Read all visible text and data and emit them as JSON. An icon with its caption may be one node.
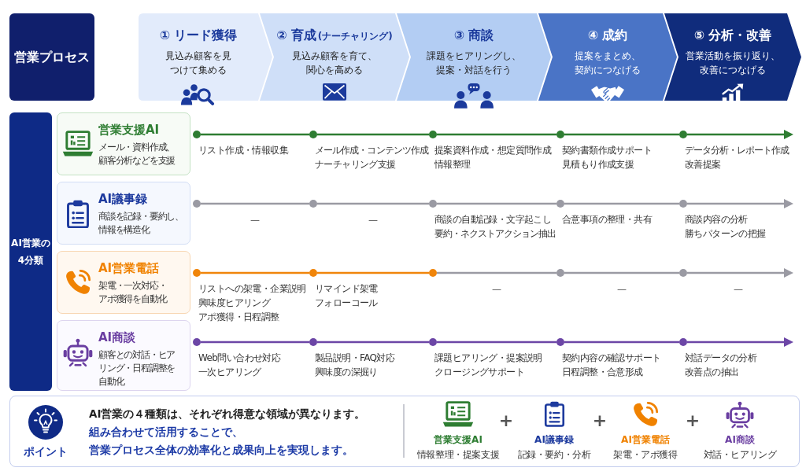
{
  "diagram": {
    "nodes": [
      {
        "text": [
          "営業プロセス"
        ]
      },
      {
        "text": [
          "① リード獲得",
          "見込み顧客を見つけて集める"
        ]
      },
      {
        "text": [
          "② 育成",
          "(ナーチャリング)",
          "見込み顧客を育て、関心を高める"
        ]
      },
      {
        "text": [
          "③ 商談",
          "課題をヒアリングし、提案・対話を行う"
        ]
      },
      {
        "text": [
          "④ 成約",
          "提案をまとめ、契約につなげる"
        ]
      },
      {
        "text": [
          "⑤ 分析・改善",
          "営業活動を振り返り、改善につなげる"
        ]
      },
      {
        "text": [
          "AI営業の4分類"
        ]
      },
      {
        "text": [
          "営業支援AI",
          "メール・資料作成、顧客分析などを支援"
        ]
      },
      {
        "text": [
          "AI議事録",
          "商談を記録・要約し、情報を構造化"
        ]
      },
      {
        "text": [
          "AI営業電話",
          "架電・一次対応・アポ獲得を自動化"
        ]
      },
      {
        "text": [
          "AI商談",
          "顧客との対話・ヒアリング・日程調整を自動化"
        ]
      },
      {
        "text": [],
        "shape": "circle",
        "beside": [
          "リスト作成・情報収集"
        ]
      },
      {
        "text": [],
        "shape": "circle",
        "beside": [
          "メール作成・コンテンツ作成",
          "ナーチャリング支援"
        ]
      },
      {
        "text": [],
        "shape": "circle",
        "beside": [
          "提案資料作成・想定質問作成",
          "情報整理"
        ]
      },
      {
        "text": [],
        "shape": "circle",
        "beside": [
          "契約書類作成サポート",
          "見積もり作成支援"
        ]
      },
      {
        "text": [],
        "shape": "circle",
        "beside": [
          "データ分析・レポート作成",
          "改善提案"
        ]
      },
      {
        "text": [],
        "shape": "circle"
      },
      {
        "text": [],
        "shape": "circle"
      },
      {
        "text": [],
        "shape": "circle",
        "beside": [
          "商談の自動記録・文字起こし",
          "要約・ネクストアクション抽出"
        ]
      },
      {
        "text": [],
        "shape": "circle",
        "beside": [
          "合意事項の整理・共有"
        ]
      },
      {
        "text": [],
        "shape": "circle",
        "beside": [
          "商談内容の分析",
          "勝ちパターンの把握"
        ]
      },
      {
        "text": [],
        "shape": "circle",
        "beside": [
          "リストへの架電・企業説明",
          "興味度ヒアリング",
          "アポ獲得・日程調整"
        ]
      },
      {
        "text": [],
        "shape": "circle",
        "beside": [
          "リマインド架電",
          "フォローコール"
        ]
      },
      {
        "text": [],
        "shape": "circle"
      },
      {
        "text": [],
        "shape": "circle"
      },
      {
        "text": [],
        "shape": "circle"
      },
      {
        "text": [],
        "shape": "circle",
        "beside": [
          "Web問い合わせ対応",
          "一次ヒアリング"
        ]
      },
      {
        "text": [],
        "shape": "circle",
        "beside": [
          "製品説明・FAQ対応",
          "興味度の深掘り"
        ]
      },
      {
        "text": [],
        "shape": "circle",
        "beside": [
          "課題ヒアリング・提案説明",
          "クロージングサポート"
        ]
      },
      {
        "text": [],
        "shape": "circle",
        "beside": [
          "契約内容の確認サポート",
          "日程調整・合意形成"
        ]
      },
      {
        "text": [],
        "shape": "circle",
        "beside": [
          "対話データの分析",
          "改善点の抽出"
        ]
      },
      {
        "text": [
          "ポイント",
          "AI営業の４種類は、それぞれ得意な領域が異なります。",
          "組み合わせて活用することで、",
          "営業プロセス全体の効率化と成果向上を実現します。"
        ]
      }
    ],
    "edges": [
      {
        "from": 11,
        "to": 12,
        "arrow": "none",
        "color": "#2e7d32"
      },
      {
        "from": 12,
        "to": 13,
        "arrow": "none",
        "color": "#2e7d32"
      },
      {
        "from": 13,
        "to": 14,
        "arrow": "none",
        "color": "#2e7d32"
      },
      {
        "from": 14,
        "to": 15,
        "arrow": "none",
        "color": "#2e7d32"
      },
      {
        "from": 15,
        "to": null,
        "arrow": "to",
        "color": "#2e7d32"
      },
      {
        "from": 16,
        "to": 17,
        "arrow": "none"
      },
      {
        "from": 17,
        "to": 18,
        "arrow": "none"
      },
      {
        "from": 18,
        "to": 19,
        "arrow": "none"
      },
      {
        "from": 19,
        "to": 20,
        "arrow": "none"
      },
      {
        "from": 20,
        "to": null,
        "arrow": "to"
      },
      {
        "from": 21,
        "to": 22,
        "arrow": "none",
        "color": "#f0850a"
      },
      {
        "from": 22,
        "to": 23,
        "arrow": "none",
        "color": "#f0850a"
      },
      {
        "from": 23,
        "to": 24,
        "arrow": "none"
      },
      {
        "from": 24,
        "to": 25,
        "arrow": "none"
      },
      {
        "from": 25,
        "to": null,
        "arrow": "to"
      },
      {
        "from": 26,
        "to": 27,
        "arrow": "none",
        "color": "#6c46a6"
      },
      {
        "from": 27,
        "to": 28,
        "arrow": "none",
        "color": "#6c46a6"
      },
      {
        "from": 28,
        "to": 29,
        "arrow": "none",
        "color": "#6c46a6"
      },
      {
        "from": 29,
        "to": 30,
        "arrow": "none",
        "color": "#6c46a6"
      },
      {
        "from": 30,
        "to": null,
        "arrow": "to",
        "color": "#6c46a6"
      }
    ],
    "labels": [
      "—",
      "—",
      "—",
      "—",
      "—",
      "営業支援AI",
      "情報整理・提案支援",
      "+",
      "AI議事録",
      "記録・要約・分析",
      "+",
      "AI営業電話",
      "架電・アポ獲得",
      "+",
      "AI商談",
      "対話・ヒアリング"
    ]
  }
}
